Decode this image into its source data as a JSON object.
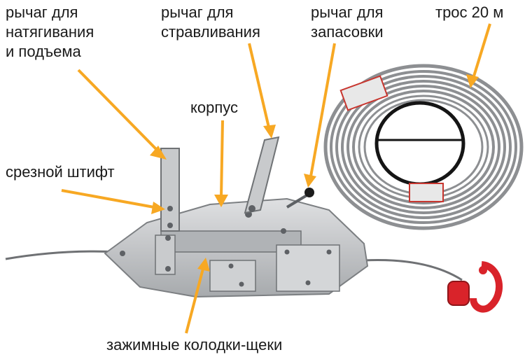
{
  "labels": {
    "lift_lever": [
      "рычаг для",
      "натягивания",
      "и подъема"
    ],
    "release_lever": [
      "рычаг для",
      "стравливания"
    ],
    "stow_lever": [
      "рычаг для",
      "запасовки"
    ],
    "rope": "трос 20 м",
    "body": "корпус",
    "shear_pin": "срезной штифт",
    "jaws": "зажимные колодки-щеки"
  },
  "colors": {
    "arrow": "#f7a823",
    "body_metal": "#c3c5c8",
    "body_dark": "#8e9194",
    "rope": "#8d8f92",
    "hook": "#d9232a",
    "text": "#1a1a1a"
  }
}
